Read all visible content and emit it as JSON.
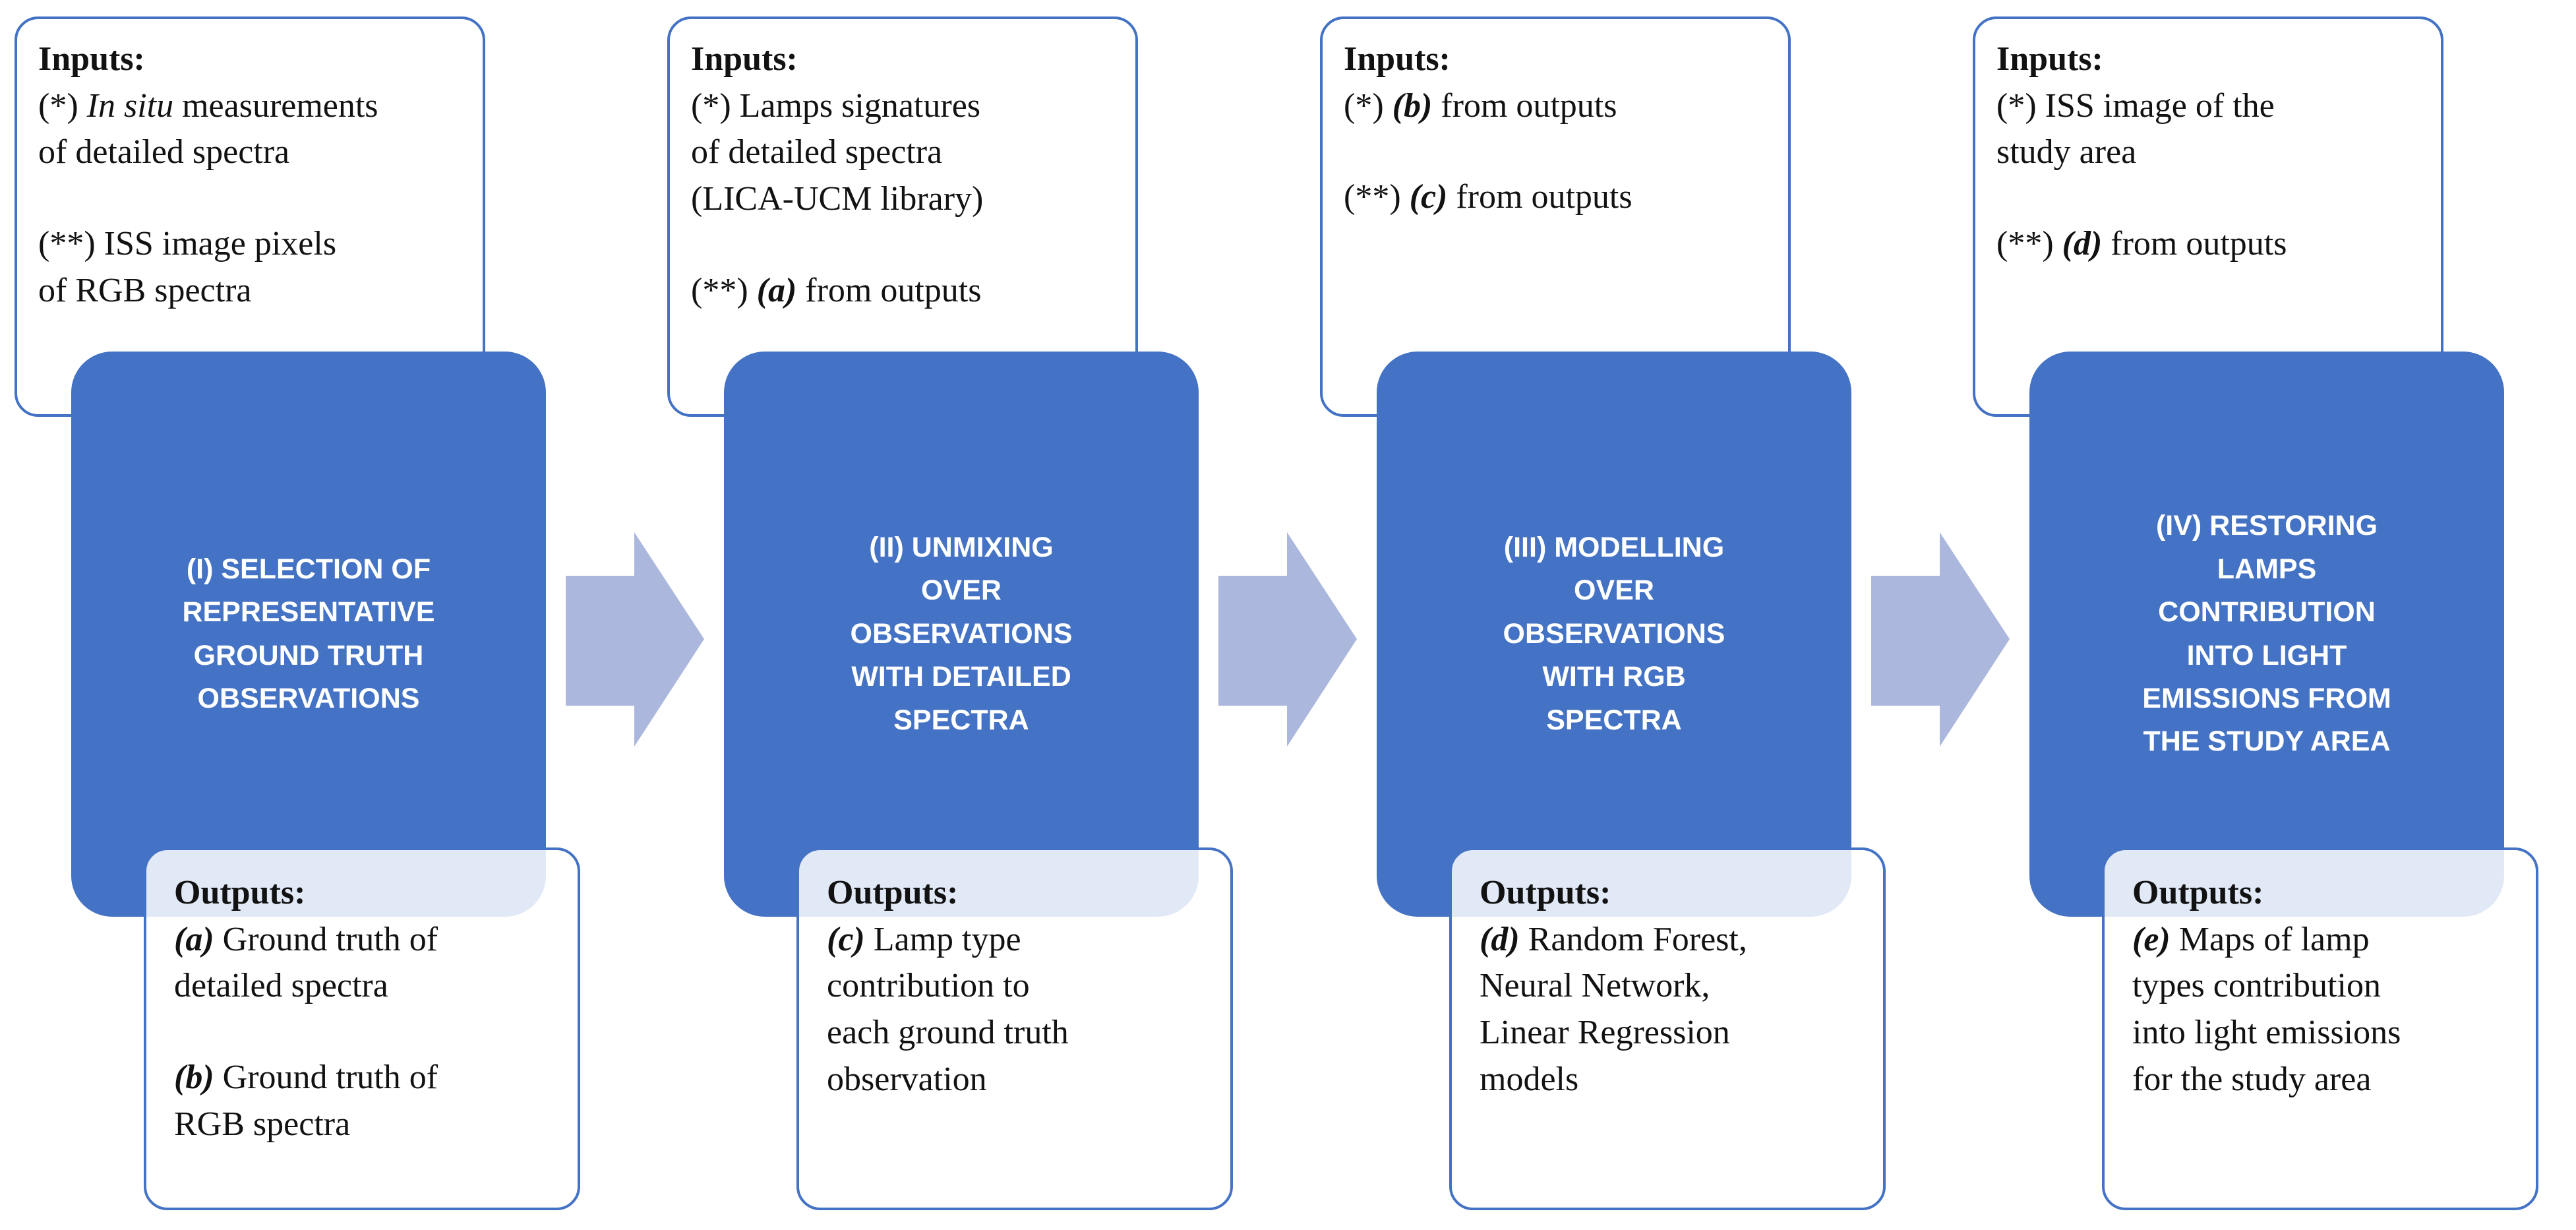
{
  "diagram": {
    "colors": {
      "stage_fill": "#4472C4",
      "box_border": "#4472C4",
      "arrow_fill": "#ABB7DD",
      "overlap_tint": "#E2E9F6",
      "stage_text": "#FFFFFF",
      "body_text": "#121212"
    },
    "arrow_icon": "block-arrow-right",
    "stages": [
      {
        "title": "(I) SELECTION OF\nREPRESENTATIVE\nGROUND TRUTH\nOBSERVATIONS",
        "inputs": {
          "heading": "Inputs:",
          "items": [
            [
              {
                "text": "(*) ",
                "bold": false,
                "italic": false
              },
              {
                "text": "In situ",
                "bold": false,
                "italic": true
              },
              {
                "text": " measurements\nof detailed spectra",
                "bold": false,
                "italic": false
              }
            ],
            [
              {
                "text": "(**) ISS image pixels\nof RGB spectra",
                "bold": false,
                "italic": false
              }
            ]
          ]
        },
        "outputs": {
          "heading": "Outputs:",
          "items": [
            [
              {
                "text": "(a)",
                "bold": true,
                "italic": true
              },
              {
                "text": " Ground truth of\ndetailed spectra",
                "bold": false,
                "italic": false
              }
            ],
            [
              {
                "text": "(b)",
                "bold": true,
                "italic": true
              },
              {
                "text": " Ground truth of\nRGB spectra",
                "bold": false,
                "italic": false
              }
            ]
          ]
        }
      },
      {
        "title": "(II) UNMIXING\nOVER\nOBSERVATIONS\nWITH DETAILED\nSPECTRA",
        "inputs": {
          "heading": "Inputs:",
          "items": [
            [
              {
                "text": "(*) Lamps signatures\nof detailed spectra\n(LICA-UCM library)",
                "bold": false,
                "italic": false
              }
            ],
            [
              {
                "text": "(**) ",
                "bold": false,
                "italic": false
              },
              {
                "text": "(a)",
                "bold": true,
                "italic": true
              },
              {
                "text": " from outputs",
                "bold": false,
                "italic": false
              }
            ]
          ]
        },
        "outputs": {
          "heading": "Outputs:",
          "items": [
            [
              {
                "text": "(c)",
                "bold": true,
                "italic": true
              },
              {
                "text": " Lamp type\ncontribution to\neach ground truth\nobservation",
                "bold": false,
                "italic": false
              }
            ]
          ]
        }
      },
      {
        "title": "(III) MODELLING\nOVER\nOBSERVATIONS\nWITH RGB\nSPECTRA",
        "inputs": {
          "heading": "Inputs:",
          "items": [
            [
              {
                "text": "(*) ",
                "bold": false,
                "italic": false
              },
              {
                "text": "(b)",
                "bold": true,
                "italic": true
              },
              {
                "text": " from outputs",
                "bold": false,
                "italic": false
              }
            ],
            [
              {
                "text": "(**) ",
                "bold": false,
                "italic": false
              },
              {
                "text": "(c)",
                "bold": true,
                "italic": true
              },
              {
                "text": " from outputs",
                "bold": false,
                "italic": false
              }
            ]
          ]
        },
        "outputs": {
          "heading": "Outputs:",
          "items": [
            [
              {
                "text": "(d)",
                "bold": true,
                "italic": true
              },
              {
                "text": " Random Forest,\nNeural Network,\nLinear Regression\nmodels",
                "bold": false,
                "italic": false
              }
            ]
          ]
        }
      },
      {
        "title": "(IV) RESTORING\nLAMPS\nCONTRIBUTION\nINTO LIGHT\nEMISSIONS FROM\nTHE STUDY AREA",
        "inputs": {
          "heading": "Inputs:",
          "items": [
            [
              {
                "text": "(*) ISS image of the\nstudy area",
                "bold": false,
                "italic": false
              }
            ],
            [
              {
                "text": "(**) ",
                "bold": false,
                "italic": false
              },
              {
                "text": "(d)",
                "bold": true,
                "italic": true
              },
              {
                "text": " from outputs",
                "bold": false,
                "italic": false
              }
            ]
          ]
        },
        "outputs": {
          "heading": "Outputs:",
          "items": [
            [
              {
                "text": "(e)",
                "bold": true,
                "italic": true
              },
              {
                "text": " Maps of lamp\ntypes contribution\ninto light emissions\nfor the study area",
                "bold": false,
                "italic": false
              }
            ]
          ]
        }
      }
    ]
  }
}
